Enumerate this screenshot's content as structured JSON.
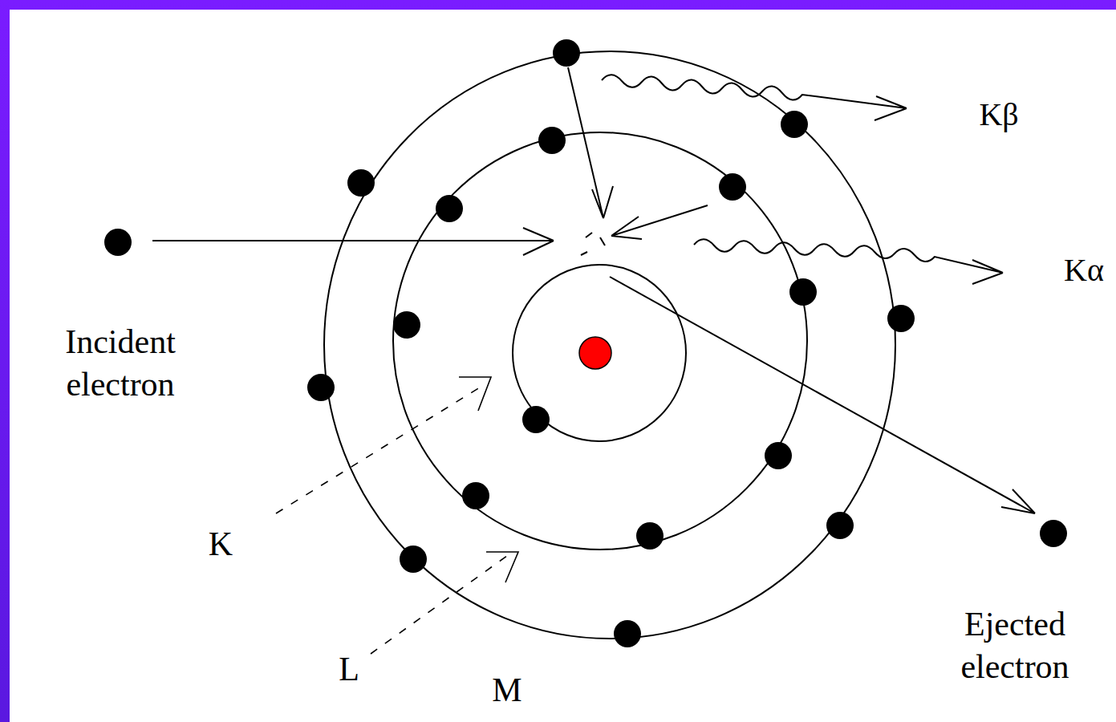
{
  "diagram": {
    "labels": [
      "Kβ",
      "Kα",
      "Incident electron",
      "K",
      "L",
      "M",
      "Ejected electron"
    ]
  }
}
